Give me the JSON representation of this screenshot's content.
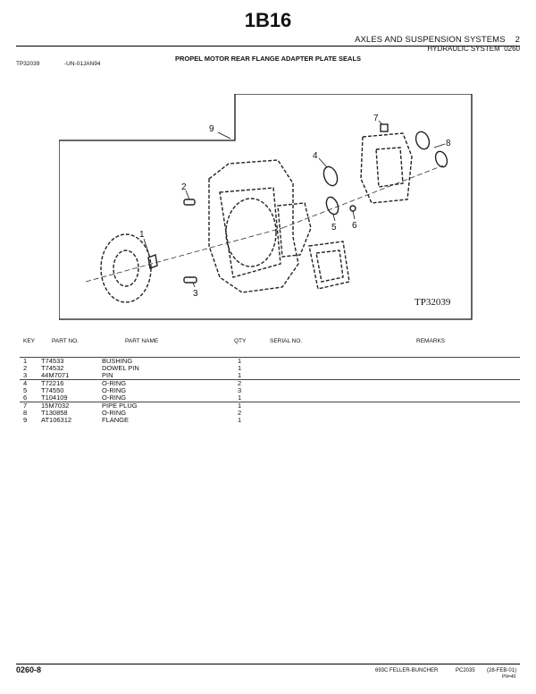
{
  "header": {
    "code": "1B16",
    "section": "AXLES AND SUSPENSION SYSTEMS",
    "section_num": "2",
    "subsection": "HYDRAULIC SYSTEM",
    "subsection_num": "0260"
  },
  "title": "PROPEL MOTOR REAR FLANGE ADAPTER PLATE SEALS",
  "figure": {
    "ref": "TP32039",
    "date": "-UN-01JAN94",
    "stamp": "TP32039",
    "callouts": [
      "1",
      "2",
      "3",
      "4",
      "5",
      "6",
      "7",
      "8",
      "9"
    ]
  },
  "table": {
    "headers": {
      "key": "KEY",
      "part": "PART NO.",
      "name": "PART NAME",
      "qty": "QTY",
      "serial": "SERIAL NO.",
      "remarks": "REMARKS"
    },
    "rows": [
      {
        "key": "1",
        "part": "T74533",
        "name": "BUSHING",
        "qty": "1"
      },
      {
        "key": "2",
        "part": "T74532",
        "name": "DOWEL PIN",
        "qty": "1"
      },
      {
        "key": "3",
        "part": "44M7071",
        "name": "PIN",
        "qty": "1"
      },
      {
        "key": "4",
        "part": "T72216",
        "name": "O-RING",
        "qty": "2"
      },
      {
        "key": "5",
        "part": "T74550",
        "name": "O-RING",
        "qty": "3"
      },
      {
        "key": "6",
        "part": "T104109",
        "name": "O-RING",
        "qty": "1"
      },
      {
        "key": "7",
        "part": "15M7032",
        "name": "PIPE PLUG",
        "qty": "1"
      },
      {
        "key": "8",
        "part": "T130858",
        "name": "O-RING",
        "qty": "2"
      },
      {
        "key": "9",
        "part": "AT106312",
        "name": "FLANGE",
        "qty": "1"
      }
    ]
  },
  "footer": {
    "page": "0260-8",
    "machine": "693C FELLER-BUNCHER",
    "model": "PC2035",
    "date": "(28-FEB-01)",
    "code": "PN=40"
  }
}
